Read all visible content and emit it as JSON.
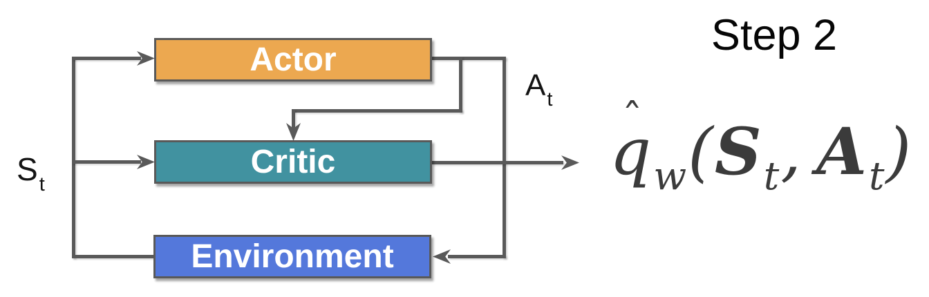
{
  "diagram": {
    "step_label": "Step 2",
    "nodes": [
      {
        "id": "actor",
        "label": "Actor",
        "fill": "#ECA850"
      },
      {
        "id": "critic",
        "label": "Critic",
        "fill": "#4192A0"
      },
      {
        "id": "environment",
        "label": "Environment",
        "fill": "#5478DB"
      }
    ],
    "state_label": {
      "main": "S",
      "sub": "t"
    },
    "action_label": {
      "main": "A",
      "sub": "t"
    },
    "formula": {
      "display": "q̂w(St, At)",
      "hat": "ˆ",
      "q": "q",
      "w": "w",
      "open": "(",
      "S": "S",
      "t1": "t",
      "comma": ",",
      "A": "A",
      "t2": "t",
      "close": ")"
    },
    "edges": [
      {
        "from": "environment",
        "to": "actor",
        "via": "state_label"
      },
      {
        "from": "environment",
        "to": "critic",
        "via": "state_label"
      },
      {
        "from": "actor",
        "to": "critic",
        "via": "action_label"
      },
      {
        "from": "actor",
        "to": "environment",
        "via": "action_label"
      },
      {
        "from": "critic",
        "to": "formula"
      }
    ],
    "colors": {
      "line": "#595959",
      "actor_fill": "#ECA850",
      "critic_fill": "#4192A0",
      "environment_fill": "#5478DB",
      "box_text": "#FFFFFF",
      "title_text": "#060606",
      "formula_text": "#3B3B3B"
    }
  }
}
